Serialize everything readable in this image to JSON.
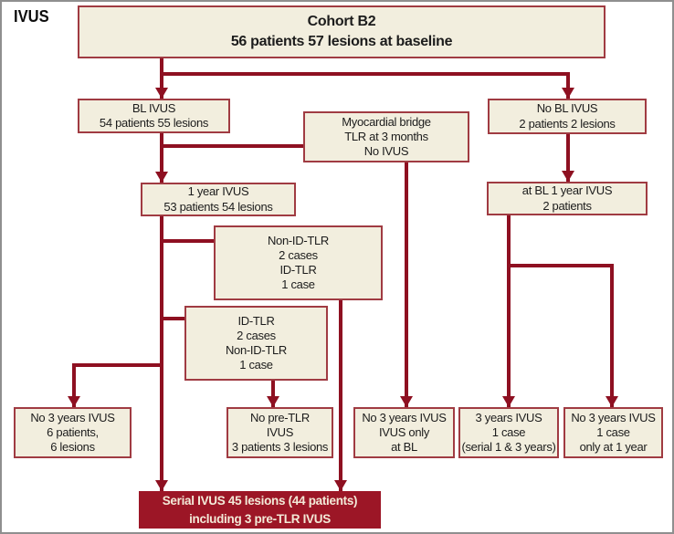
{
  "figure": {
    "label": "IVUS"
  },
  "colors": {
    "connector_line": "#8e1021",
    "node_border": "#a03b42",
    "node_fill": "#f2eede",
    "highlight_fill": "#9c1626",
    "highlight_text": "#f3ead8",
    "node_text": "#1c1c1c",
    "frame_border": "#8f8f8f"
  },
  "nodes": {
    "cohort": [
      "Cohort B2",
      "56 patients 57 lesions at baseline"
    ],
    "bl_ivus": [
      "BL IVUS",
      "54 patients 55 lesions"
    ],
    "myocardial": [
      "Myocardial bridge",
      "TLR at 3 months",
      "No IVUS"
    ],
    "no_bl_ivus": [
      "No BL IVUS",
      "2 patients 2 lesions"
    ],
    "one_year": [
      "1 year IVUS",
      "53 patients 54 lesions"
    ],
    "at_bl_one_year": [
      "at BL 1 year IVUS",
      "2 patients"
    ],
    "non_id_tlr": [
      "Non-ID-TLR",
      "2 cases",
      "ID-TLR",
      "1 case"
    ],
    "id_tlr": [
      "ID-TLR",
      "2 cases",
      "Non-ID-TLR",
      "1 case"
    ],
    "no_3y_6pts": [
      "No 3 years IVUS",
      "6 patients,",
      "6 lesions"
    ],
    "no_pre_tlr": [
      "No pre-TLR",
      "IVUS",
      "3 patients 3 lesions"
    ],
    "no_3y_bl_only": [
      "No 3 years IVUS",
      "IVUS only",
      "at BL"
    ],
    "three_years": [
      "3 years IVUS",
      "1 case",
      "(serial 1 & 3 years)"
    ],
    "no_3y_1y_only": [
      "No 3 years IVUS",
      "1 case",
      "only at 1 year"
    ],
    "serial": [
      "Serial IVUS 45 lesions (44 patients)",
      "including 3 pre-TLR IVUS"
    ]
  },
  "edges": [
    {
      "from": "cohort",
      "to": "bl_ivus"
    },
    {
      "from": "cohort",
      "to": "no_bl_ivus"
    },
    {
      "from": "bl_ivus",
      "to": "myocardial"
    },
    {
      "from": "bl_ivus",
      "to": "one_year"
    },
    {
      "from": "one_year",
      "to": "non_id_tlr"
    },
    {
      "from": "one_year",
      "to": "id_tlr"
    },
    {
      "from": "one_year",
      "to": "no_3y_6pts"
    },
    {
      "from": "one_year",
      "to": "serial"
    },
    {
      "from": "myocardial",
      "to": "no_3y_bl_only"
    },
    {
      "from": "non_id_tlr",
      "to": "serial"
    },
    {
      "from": "id_tlr",
      "to": "no_pre_tlr"
    },
    {
      "from": "no_bl_ivus",
      "to": "at_bl_one_year"
    },
    {
      "from": "at_bl_one_year",
      "to": "three_years"
    },
    {
      "from": "at_bl_one_year",
      "to": "no_3y_1y_only"
    }
  ]
}
